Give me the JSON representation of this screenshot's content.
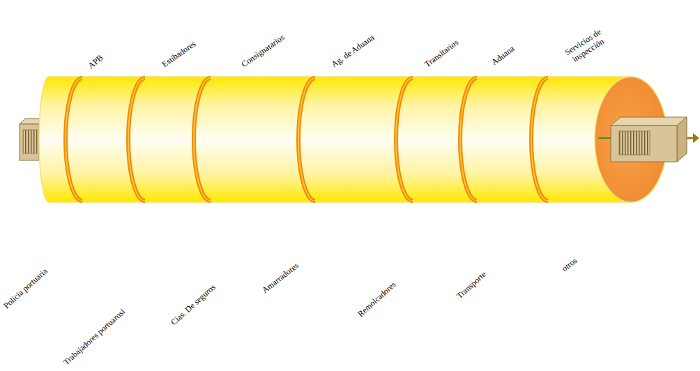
{
  "diagram": {
    "labels": [
      "APB",
      "Estibadores",
      "Consignatarios",
      "Ag. de Aduana",
      "Transitarios",
      "Aduana",
      "Servicios de inspección",
      "Policia portuaria",
      "Trabajadores portuarosi",
      "Cias. De seguros",
      "Amarradores",
      "Remolcadores",
      "Transporte",
      "otros"
    ]
  }
}
